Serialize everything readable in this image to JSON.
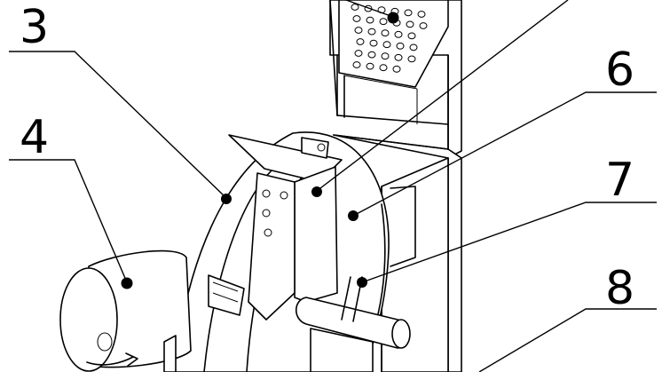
{
  "callouts": [
    {
      "id": "3",
      "label": "3"
    },
    {
      "id": "4",
      "label": "4"
    },
    {
      "id": "6",
      "label": "6"
    },
    {
      "id": "7",
      "label": "7"
    },
    {
      "id": "8",
      "label": "8"
    }
  ]
}
